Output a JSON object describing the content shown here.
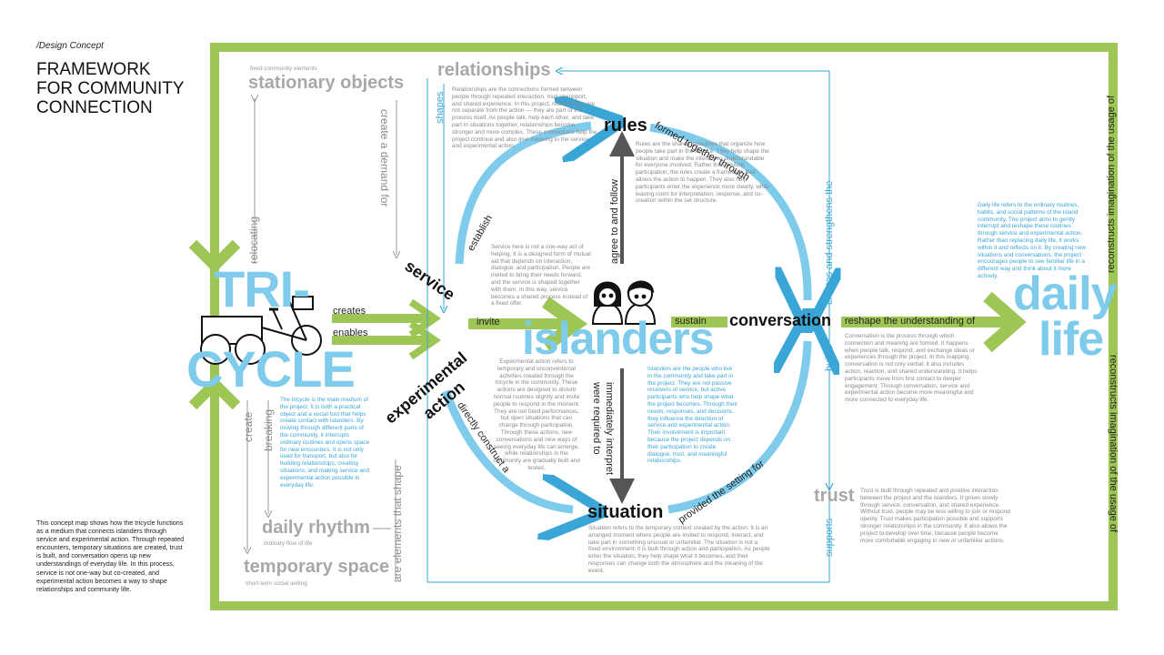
{
  "header": {
    "subtitle": "/Design Concept",
    "title": "FRAMEWORK FOR COMMUNITY CONNECTION"
  },
  "summary": "This concept map shows how the tricycle functions as a medium that connects islanders through service and experimental action. Through repeated encounters, temporary situations are created, trust is built, and conversation opens up new understandings of everyday life. In this process, service is not one-way but co-created, and experimental action becomes a way to shape relationships and community life.",
  "colors": {
    "green": "#9dc655",
    "blue": "#7ecbec",
    "darkblue": "#3aa6d8",
    "gray": "#a8a8a8"
  },
  "left": {
    "stationary_caption": "fixed community elements",
    "stationary": "stationary objects",
    "create_demand": "create a demand for",
    "relocating": "relocating",
    "create": "create",
    "breaking": "breaking",
    "daily_rhythm": "daily rhythm",
    "daily_rhythm_caption": "ordinary flow of life",
    "temporary_space": "temporary space",
    "temporary_space_caption": "short-term social setting",
    "elements_that_shape": "are elements that shape",
    "tricycle_text": "The tricycle is the main medium of the project. It is both a practical object and a social tool that helps create contact with islanders. By moving through different parts of the community, it interrupts ordinary routines and opens space for new encounters. It is not only used for transport, but also for building relationships, creating situations, and making service and experimental action possible in everyday life."
  },
  "tricycle": {
    "line1": "TRI-",
    "line2": "CYCLE",
    "creates": "creates",
    "enables": "enables"
  },
  "center": {
    "relationships": "relationships",
    "relationships_text": "Relationships are the connections formed between people through repeated interaction, mutual support, and shared experience. In this project, relationships are not separate from the action — they are part of the process itself. As people talk, help each other, and take part in situations together, relationships become stronger and more complex. These connections help the project continue and also give meaning to the service and experimental action.",
    "shapes": "shapes",
    "rules": "rules",
    "rules_text": "Rules are the shared guidelines that organize how people take part in the service. They help shape the situation and make the interaction understandable for everyone involved. Rather than limiting participation, the rules create a framework that allows the action to happen. They also help participants enter the experience more clearly, while leaving room for interpretation, response, and co-creation within the set structure.",
    "formed_together": "formed together through",
    "agree": "agree to and follow",
    "establish": "establish",
    "service": "service",
    "service_text": "Service here is not a one-way act of helping. It is a designed form of mutual aid that depends on interaction, dialogue, and participation. People are invited to bring their needs forward, and the service is shaped together with them. In this way, service becomes a shared process instead of a fixed offer.",
    "experimental1": "experimental",
    "experimental2": "action",
    "experimental_text": "Experimental action refers to temporary and unconventional activities created through the tricycle in the community. These actions are designed to disturb normal routines slightly and invite people to respond in the moment. They are not fixed performances, but open situations that can change through participation. Through these actions, new conversations and new ways of seeing everyday life can emerge, while relationships in the community are gradually built and tested.",
    "invite": "invite",
    "islanders": "islanders",
    "islanders_text": "Islanders are the people who live in the community and take part in the project. They are not passive receivers of service, but active participants who help shape what the project becomes. Through their needs, responses, and decisions, they influence the direction of service and experimental action. Their involvement is important because the project depends on their participation to create dialogue, trust, and meaningful relationships.",
    "required1": "were required to",
    "required2": "immediately interpret",
    "directly": "directly construct a",
    "situation": "situation",
    "situation_text": "Situation refers to the temporary context created by the action. It is an arranged moment where people are invited to respond, interact, and take part in something unusual or unfamiliar. The situation is not a fixed environment; it is built through action and participation. As people enter the situation, they help shape what it becomes, and their responses can change both the atmosphere and the meaning of the event.",
    "provided": "provided the setting for",
    "sustain": "sustain",
    "conversation": "conversation",
    "conversation_text": "Conversation is the process through which connection and meaning are formed. It happens when people talk, respond, and exchange ideas or experiences through the project. In this mapping, conversation is not only verbal; it also includes action, reaction, and shared understanding. It helps participants move from first contact to deeper engagement. Through conversation, service and experimental action become more meaningful and more connected to everyday life.",
    "creates_strengthens": "creates and strengthens the",
    "builds": "builds",
    "supports": "supports",
    "trust": "trust",
    "trust_text": "Trust is built through repeated and positive interaction between the project and the islanders. It grows slowly through service, conversation, and shared experience. Without trust, people may be less willing to join or respond openly. Trust makes participation possible and supports stronger relationships in the community. It also allows the project to develop over time, because people become more comfortable engaging in new or unfamiliar actions.",
    "reshape": "reshape the understanding of"
  },
  "right": {
    "daily1": "daily",
    "daily2": "life",
    "daily_text": "Daily life refers to the ordinary routines, habits, and social patterns of the island community. The project aims to gently interrupt and reshape these routines through service and experimental action. Rather than replacing daily life, it works within it and reflects on it. By creating new situations and conversations, the project encourages people to see familiar life in a different way and think about it more actively.",
    "reconstructs_top": "reconstructs imagination of the usage of",
    "reconstructs_bottom": "reconstructs imagination of the usage of"
  }
}
